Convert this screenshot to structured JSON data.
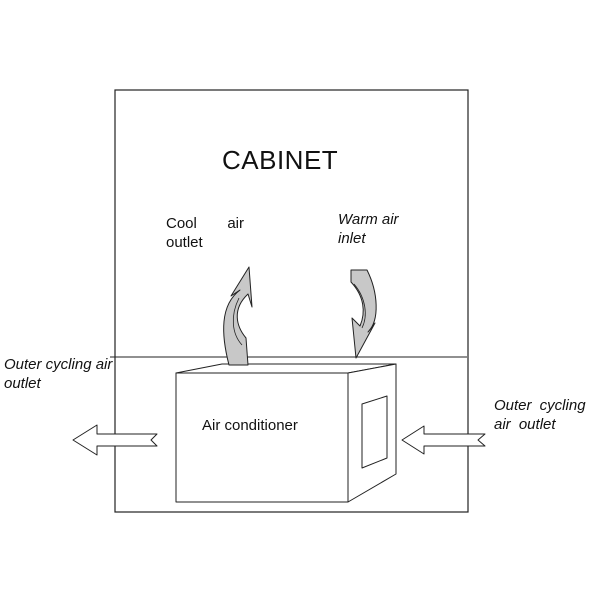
{
  "labels": {
    "cabinet": "CABINET",
    "cool_air_outlet": "Cool air outlet",
    "warm_air_inlet": "Warm air inlet",
    "air_conditioner": "Air conditioner",
    "outer_cycling_left": "Outer cycling air outlet",
    "outer_cycling_right": "Outer cycling air outlet"
  },
  "colors": {
    "stroke": "#222222",
    "arrow_fill": "#c8c8c8",
    "background": "#ffffff"
  }
}
